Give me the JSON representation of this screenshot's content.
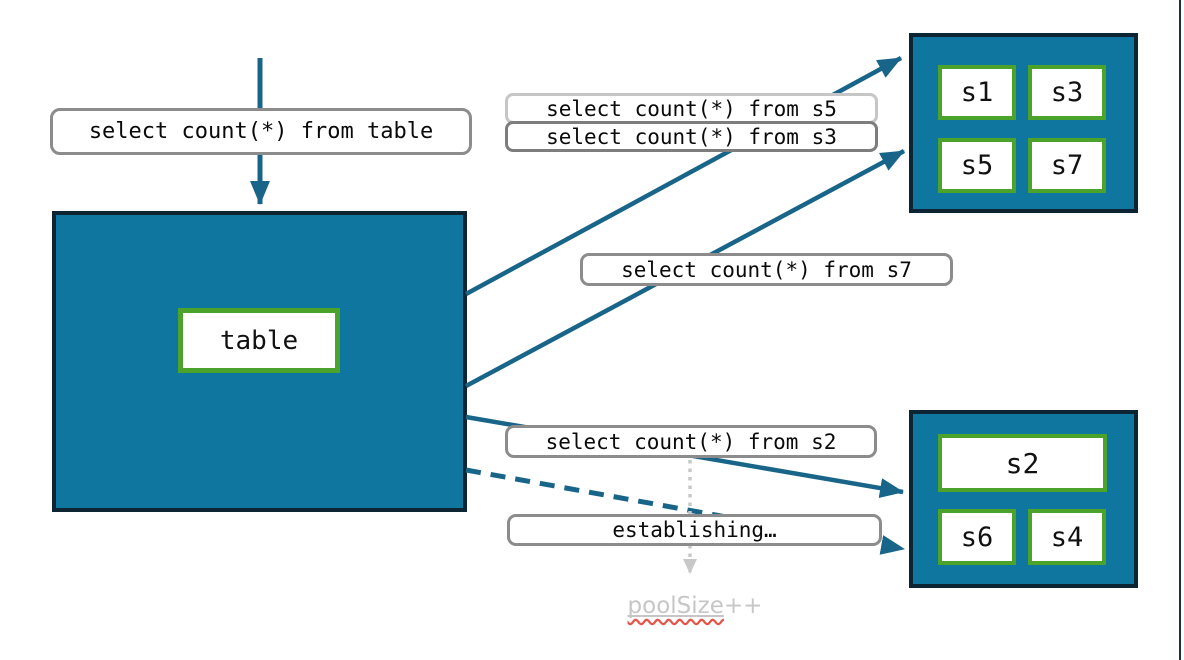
{
  "colors": {
    "box_fill_teal": "#0f76a0",
    "box_border_dark": "#0d2433",
    "shard_border_green": "#4ba32b",
    "arrow_teal": "#19658a",
    "label_border_gray": "#8c8c8c",
    "label_border_light_gray": "#c6c6c6",
    "pending_gray": "#c8c8c8",
    "spellcheck_red": "#e4564a"
  },
  "main_table": {
    "label": "table"
  },
  "query_labels": {
    "table_query": "select count(*) from table",
    "s5_query": "select count(*) from s5",
    "s3_query": "select count(*) from s3",
    "s7_query": "select count(*) from s7",
    "s2_query": "select count(*) from s2",
    "establishing": "establishing…"
  },
  "shard_group_top": {
    "shards": [
      "s1",
      "s3",
      "s5",
      "s7"
    ]
  },
  "shard_group_bottom": {
    "shards": [
      "s2",
      "s6",
      "s4"
    ]
  },
  "annotation": {
    "word": "poolSize",
    "operator": "++"
  }
}
